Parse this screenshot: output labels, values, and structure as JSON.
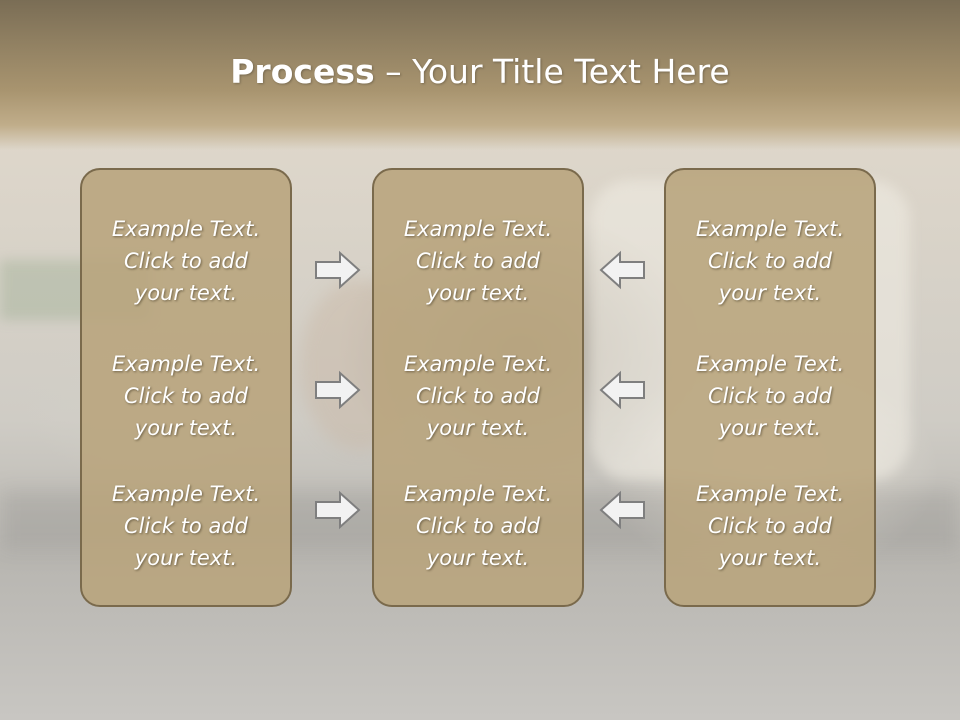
{
  "title": {
    "bold": "Process",
    "rest": " – Your Title Text Here"
  },
  "panels": [
    {
      "items": [
        {
          "lines": [
            "Example Text.",
            "Click  to add",
            "your text."
          ]
        },
        {
          "lines": [
            "Example Text.",
            "Click  to add",
            "your text."
          ]
        },
        {
          "lines": [
            "Example Text.",
            "Click  to add",
            "your text."
          ]
        }
      ]
    },
    {
      "items": [
        {
          "lines": [
            "Example Text.",
            "Click  to add",
            "your text."
          ]
        },
        {
          "lines": [
            "Example Text.",
            "Click  to add",
            "your text."
          ]
        },
        {
          "lines": [
            "Example Text.",
            "Click  to add",
            "your text."
          ]
        }
      ]
    },
    {
      "items": [
        {
          "lines": [
            "Example Text.",
            "Click  to add",
            "your text."
          ]
        },
        {
          "lines": [
            "Example Text.",
            "Click  to add",
            "your text."
          ]
        },
        {
          "lines": [
            "Example Text.",
            "Click  to add",
            "your text."
          ]
        }
      ]
    }
  ],
  "arrows": {
    "left_column": [
      "right-arrow-icon",
      "right-arrow-icon",
      "right-arrow-icon"
    ],
    "right_column": [
      "left-arrow-icon",
      "left-arrow-icon",
      "left-arrow-icon"
    ]
  },
  "colors": {
    "panel_fill": "#b8a47c",
    "panel_border": "#7a6a4c",
    "header": "#8f7f61",
    "arrow_fill": "#f2f2f2",
    "arrow_stroke": "#7f7f7f",
    "text": "#ffffff"
  }
}
